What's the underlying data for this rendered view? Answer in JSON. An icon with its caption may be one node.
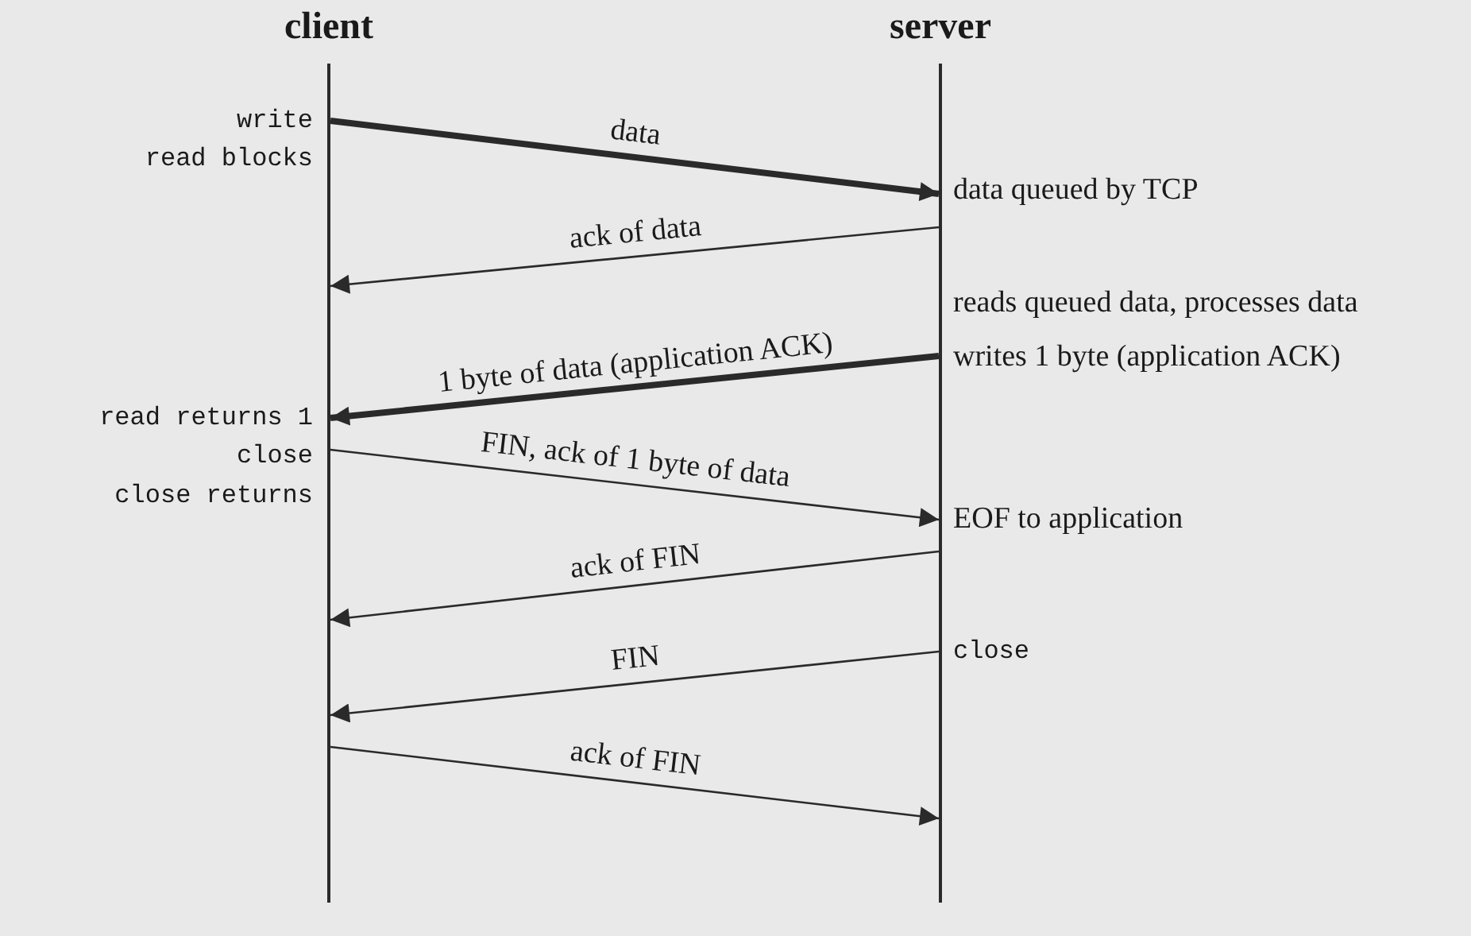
{
  "diagram": {
    "nodes": [
      {
        "text": [
          "client"
        ]
      },
      {
        "text": [
          "server"
        ]
      }
    ],
    "edges": [
      {
        "from": 0,
        "to": 1,
        "arrow": "to",
        "label": "data",
        "style": "thick"
      },
      {
        "from": 1,
        "to": 0,
        "arrow": "to",
        "label": "ack of data"
      },
      {
        "from": 1,
        "to": 0,
        "arrow": "to",
        "label": "1 byte of data (application ACK)",
        "style": "thick"
      },
      {
        "from": 0,
        "to": 1,
        "arrow": "to",
        "label": "FIN, ack of 1 byte of data"
      },
      {
        "from": 1,
        "to": 0,
        "arrow": "to",
        "label": "ack of FIN"
      },
      {
        "from": 1,
        "to": 0,
        "arrow": "to",
        "label": "FIN"
      },
      {
        "from": 0,
        "to": 1,
        "arrow": "to",
        "label": "ack of FIN"
      }
    ],
    "labels": [
      "write",
      "read blocks",
      "data queued by TCP",
      "reads queued data, processes data",
      "writes 1 byte (application ACK)",
      "read returns 1",
      "close",
      "close returns",
      "EOF to application",
      "close"
    ]
  }
}
